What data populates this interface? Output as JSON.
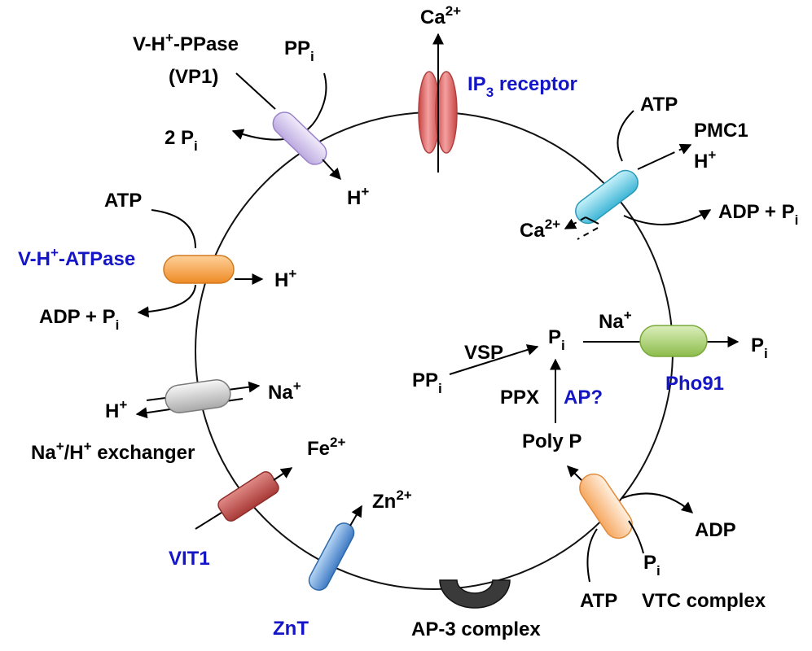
{
  "labels": {
    "ca_top": "Ca",
    "ca_top_sup": "2+",
    "ip3": "IP",
    "ip3_sub": "3",
    "ip3_rest": " receptor",
    "vppase": "V-H",
    "vppase_sup": "+",
    "vppase_rest": "-PPase",
    "vp1": "(VP1)",
    "ppi_top": "PP",
    "ppi_top_sub": "i",
    "two_pi": "2 P",
    "two_pi_sub": "i",
    "h_vp1": "H",
    "h_vp1_sup": "+",
    "atp_pmc1": "ATP",
    "pmc1": "PMC1",
    "h_pmc1": "H",
    "h_pmc1_sup": "+",
    "ca_pmc1": "Ca",
    "ca_pmc1_sup": "2+",
    "adp_pi_pmc1": "ADP + P",
    "adp_pi_pmc1_sub": "i",
    "atp_vatpase": "ATP",
    "vatpase": "V-H",
    "vatpase_sup": "+",
    "vatpase_rest": "-ATPase",
    "h_vatpase": "H",
    "h_vatpase_sup": "+",
    "adp_pi_vatpase": "ADP + P",
    "adp_pi_vatpase_sub": "i",
    "na_pho": "Na",
    "na_pho_sup": "+",
    "pi_in": "P",
    "pi_in_sub": "i",
    "pi_out": "P",
    "pi_out_sub": "i",
    "vsp": "VSP",
    "ppi_in": "PP",
    "ppi_in_sub": "i",
    "ppx": "PPX",
    "ap_q": "AP?",
    "pho91": "Pho91",
    "polyp": "Poly P",
    "h_nhx": "H",
    "h_nhx_sup": "+",
    "na_nhx": "Na",
    "na_nhx_sup": "+",
    "nhx_a": "Na",
    "nhx_sup1": "+",
    "nhx_b": "/H",
    "nhx_sup2": "+",
    "nhx_c": " exchanger",
    "fe": "Fe",
    "fe_sup": "2+",
    "vit1": "VIT1",
    "zn": "Zn",
    "zn_sup": "2+",
    "znt": "ZnT",
    "adp_vtc": "ADP",
    "pi_vtc": "P",
    "pi_vtc_sub": "i",
    "atp_vtc": "ATP",
    "vtc": "VTC complex",
    "ap3": "AP-3 complex"
  },
  "colors": {
    "text": "#000000",
    "highlight_text": "#1515c8",
    "ip3_receptor": "#e06868",
    "vp1": "#d6c9ef",
    "pmc1": "#7ad8ec",
    "v_atpase": "#f7a34d",
    "pho91": "#a9d26b",
    "nhx": "#cfcfcf",
    "vit1": "#c0504d",
    "znt": "#5e97d6",
    "vtc": "#fcc596",
    "ap3": "#3a3a3a"
  }
}
